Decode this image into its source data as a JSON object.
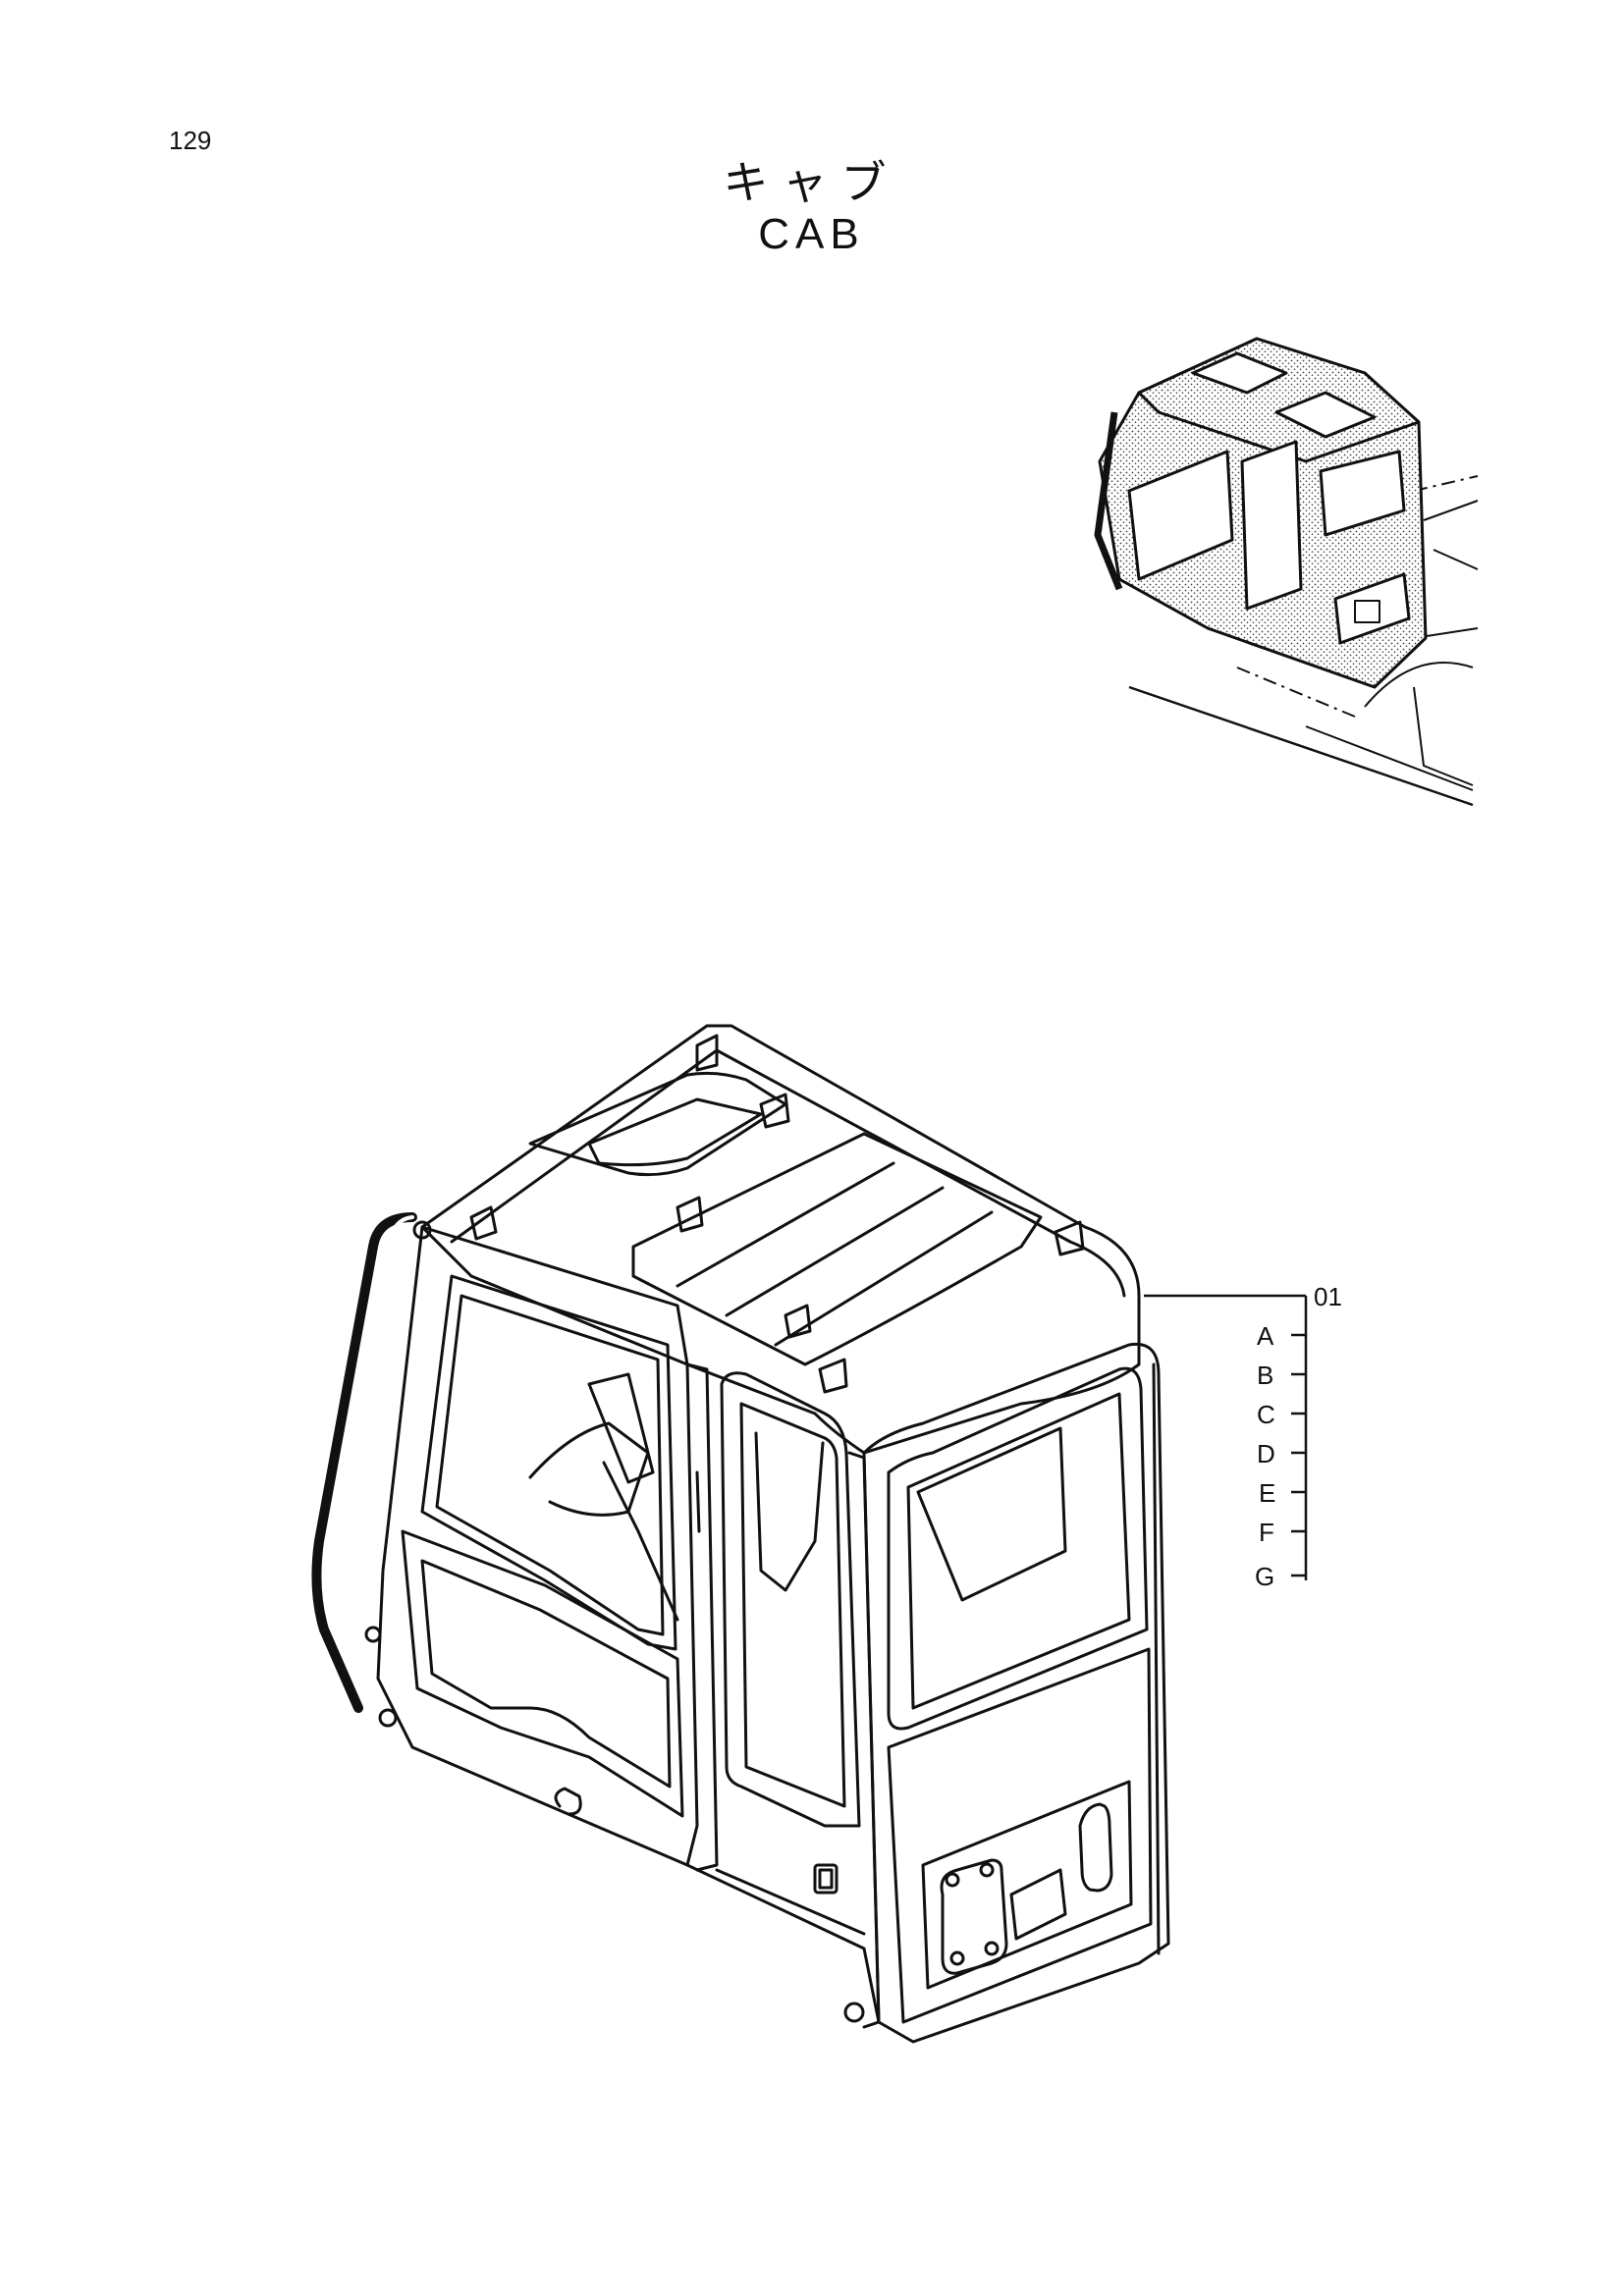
{
  "header": {
    "page_number": "129",
    "title_japanese": "キャブ",
    "title_english": "CAB"
  },
  "callout": {
    "part_number": "01",
    "sub_items": [
      "A",
      "B",
      "C",
      "D",
      "E",
      "F",
      "G"
    ]
  },
  "colors": {
    "ink": "#111111",
    "background": "#ffffff",
    "stipple": "#555555"
  }
}
